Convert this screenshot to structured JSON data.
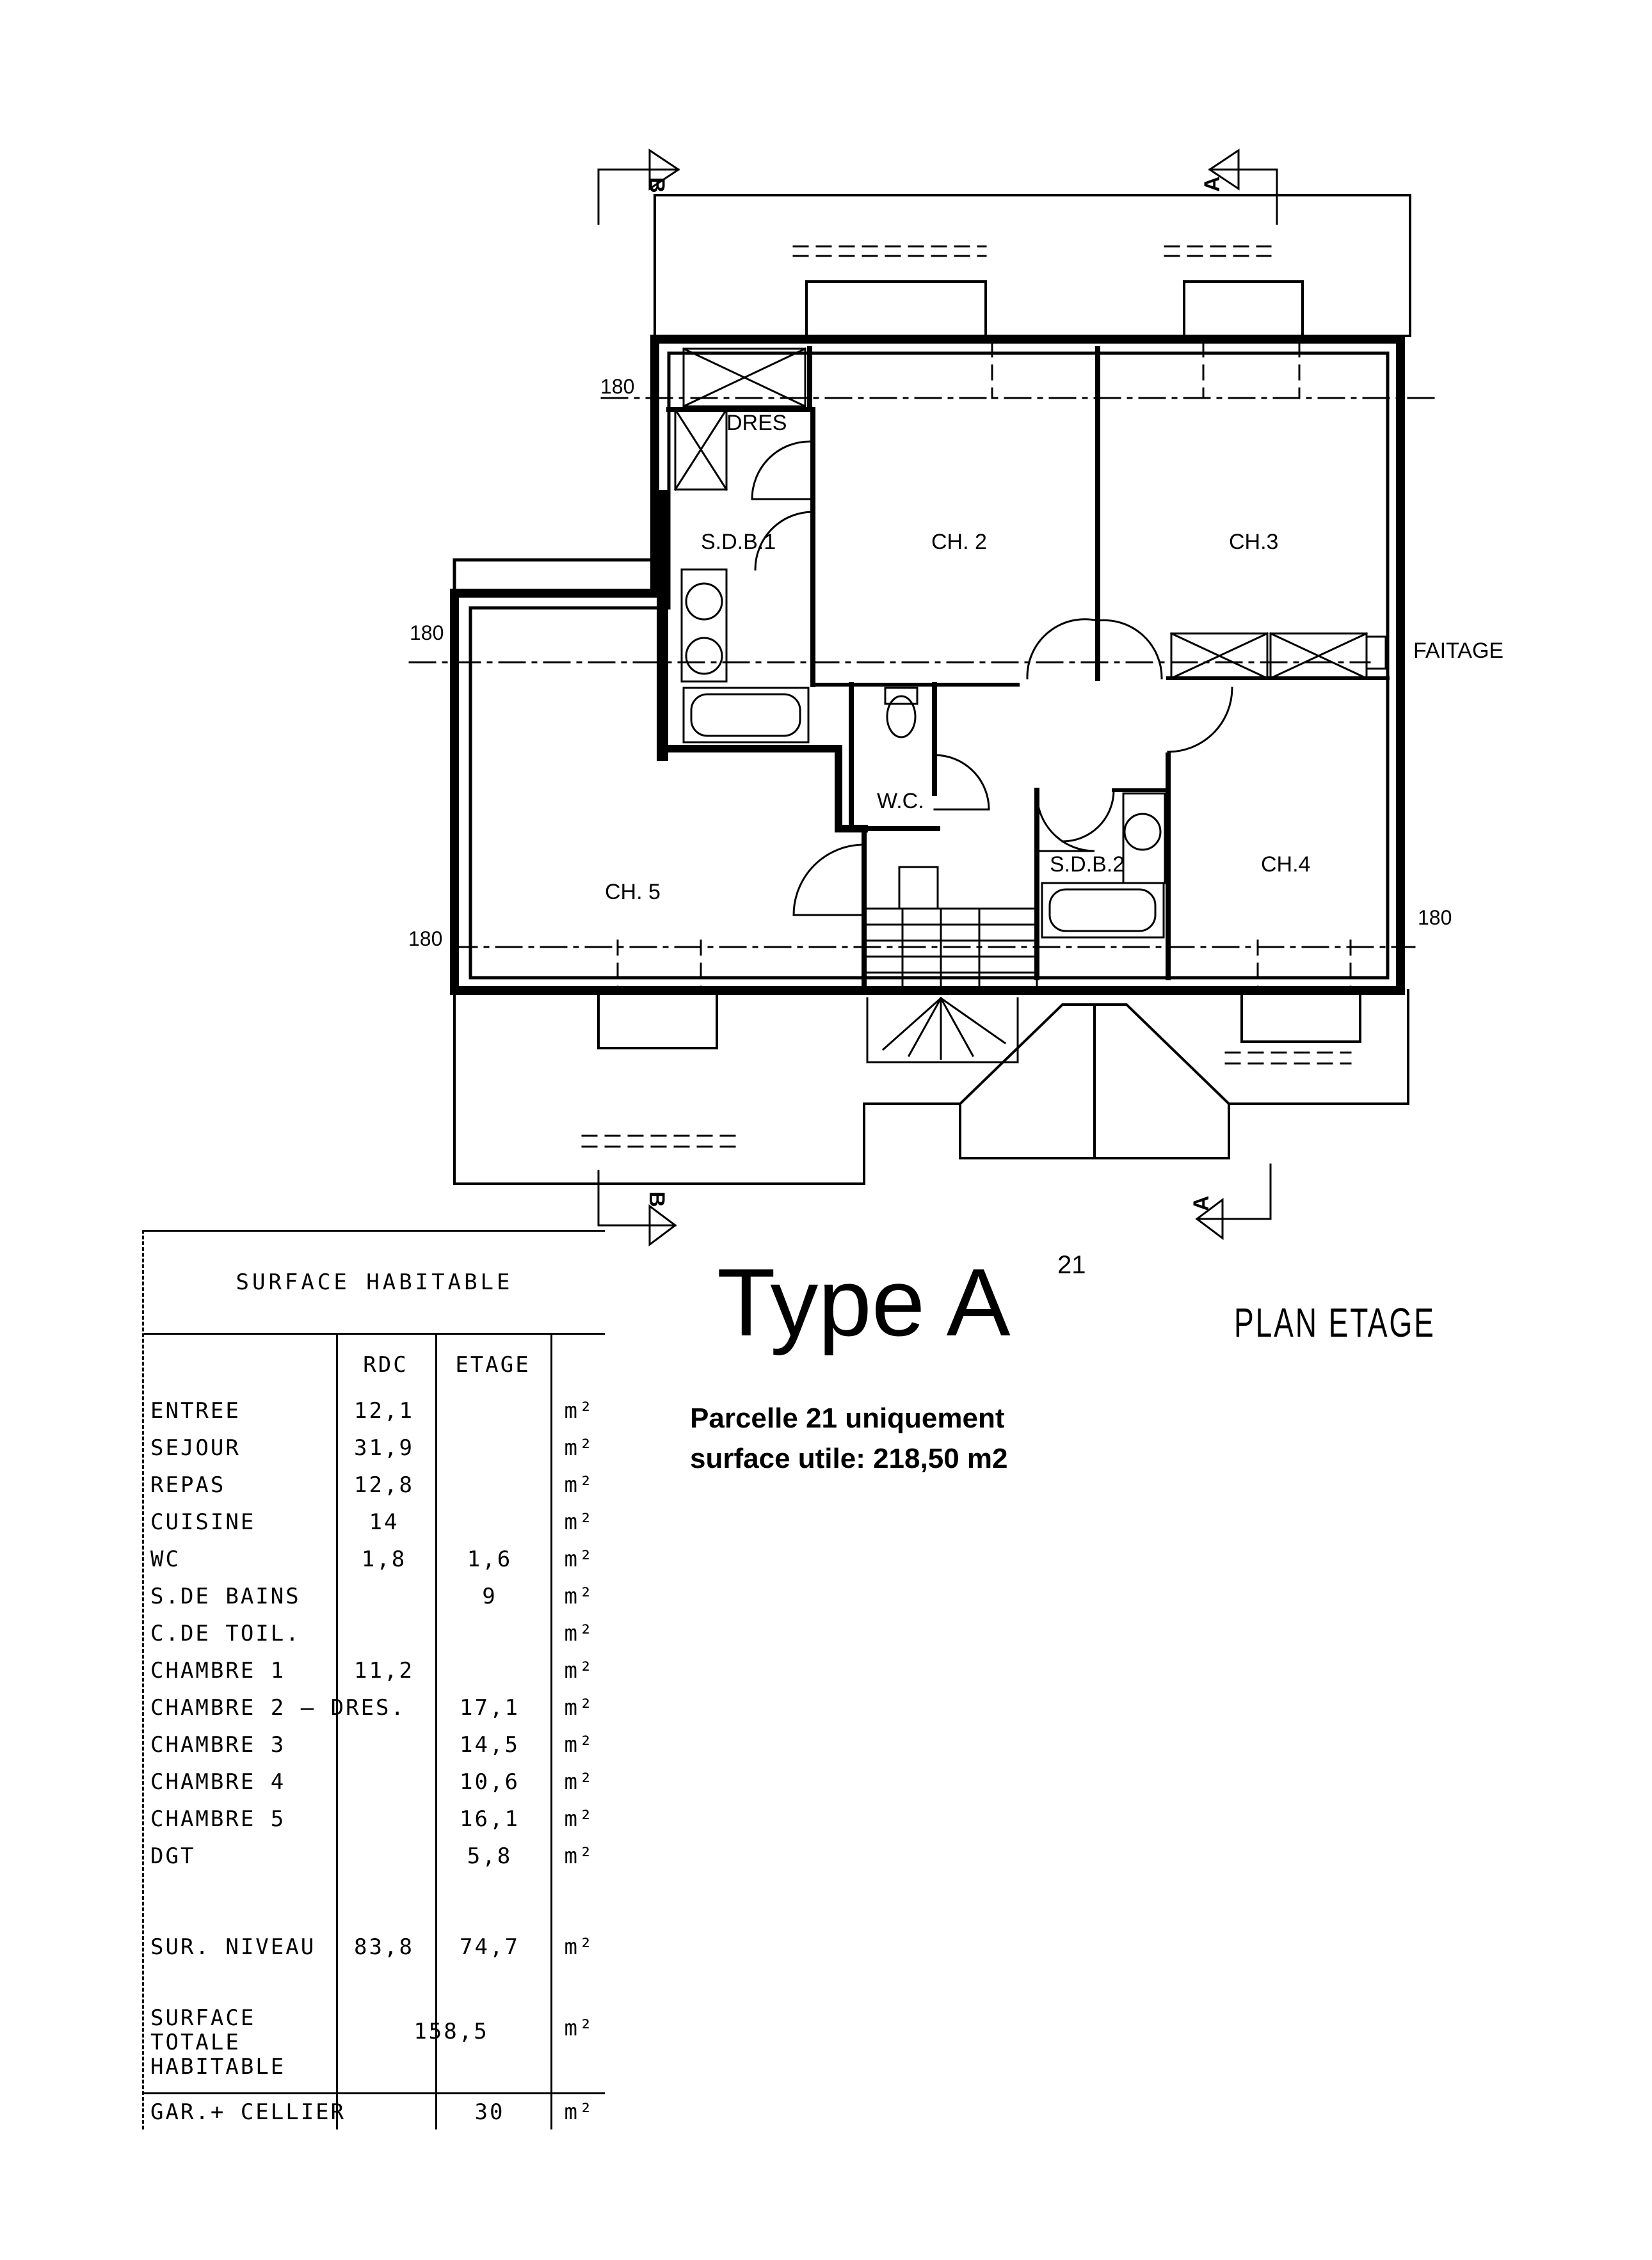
{
  "plan": {
    "rooms": {
      "dres": "DRES",
      "sdb1": "S.D.B.1",
      "ch2": "CH. 2",
      "ch3": "CH.3",
      "wc": "W.C.",
      "sdb2": "S.D.B.2",
      "ch4": "CH.4",
      "ch5": "CH. 5"
    },
    "faitage": "FAITAGE",
    "dimension": "180",
    "section_a": "A",
    "section_b": "B"
  },
  "title": {
    "main": "Type A",
    "sup": "21",
    "plan_label": "PLAN ETAGE"
  },
  "notes": {
    "line1": "Parcelle 21 uniquement",
    "line2": "surface utile: 218,50 m2"
  },
  "table": {
    "header": "SURFACE HABITABLE",
    "col_rdc": "RDC",
    "col_etage": "ETAGE",
    "rows": [
      {
        "label": "ENTREE",
        "rdc": "12,1",
        "etage": "",
        "unit": "m²"
      },
      {
        "label": "SEJOUR",
        "rdc": "31,9",
        "etage": "",
        "unit": "m²"
      },
      {
        "label": "REPAS",
        "rdc": "12,8",
        "etage": "",
        "unit": "m²"
      },
      {
        "label": "CUISINE",
        "rdc": "14",
        "etage": "",
        "unit": "m²"
      },
      {
        "label": "WC",
        "rdc": "1,8",
        "etage": "1,6",
        "unit": "m²"
      },
      {
        "label": "S.DE BAINS",
        "rdc": "",
        "etage": "9",
        "unit": "m²"
      },
      {
        "label": "C.DE TOIL.",
        "rdc": "",
        "etage": "",
        "unit": "m²"
      },
      {
        "label": "CHAMBRE  1",
        "rdc": "11,2",
        "etage": "",
        "unit": "m²"
      },
      {
        "label": "CHAMBRE  2 – DRES.",
        "rdc": "",
        "etage": "17,1",
        "unit": "m²"
      },
      {
        "label": "CHAMBRE  3",
        "rdc": "",
        "etage": "14,5",
        "unit": "m²"
      },
      {
        "label": "CHAMBRE  4",
        "rdc": "",
        "etage": "10,6",
        "unit": "m²"
      },
      {
        "label": "CHAMBRE  5",
        "rdc": "",
        "etage": "16,1",
        "unit": "m²"
      },
      {
        "label": "DGT",
        "rdc": "",
        "etage": "5,8",
        "unit": "m²"
      }
    ],
    "sur_niveau": {
      "label": "SUR. NIVEAU",
      "rdc": "83,8",
      "etage": "74,7",
      "unit": "m²"
    },
    "total": {
      "label1": "SURFACE",
      "label2": "TOTALE",
      "label3": "HABITABLE",
      "value": "158,5",
      "unit": "m²"
    },
    "garage": {
      "label": "GAR.+ CELLIER",
      "value": "30",
      "unit": "m²"
    }
  }
}
